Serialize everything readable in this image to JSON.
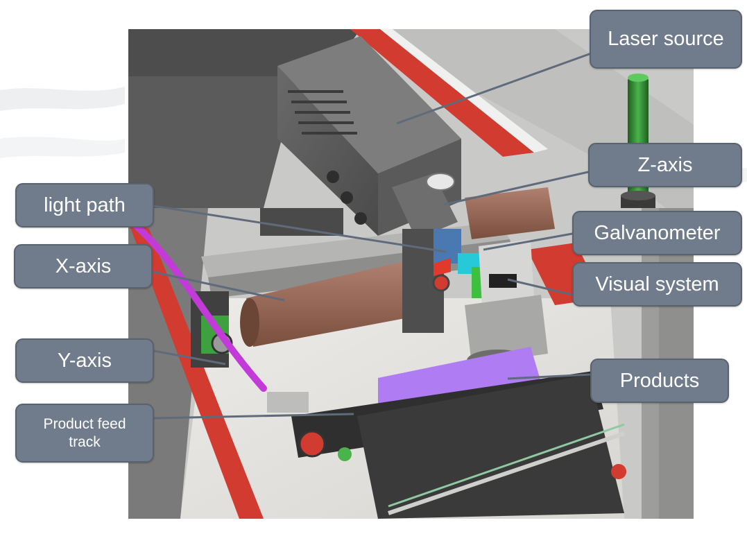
{
  "callouts": {
    "laser_source": "Laser source",
    "z_axis": "Z-axis",
    "light_path": "light path",
    "galvanometer": "Galvanometer",
    "x_axis": "X-axis",
    "visual_system": "Visual system",
    "y_axis": "Y-axis",
    "products": "Products",
    "product_feed_track": "Product feed\ntrack"
  },
  "colors": {
    "callout_fill": "#707c8c",
    "leader_line": "#5f6b7a",
    "rail_red": "#d23b30",
    "product_purple": "#b07cf4",
    "cable_magenta": "#c23bd8",
    "tower_green": "#2f8a2f",
    "laser_body": "#5a5a5a",
    "motor_copper": "#9a6a52"
  }
}
